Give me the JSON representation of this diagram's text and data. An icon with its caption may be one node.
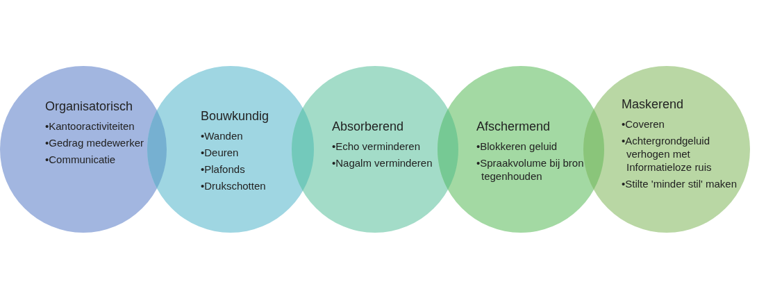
{
  "diagram": {
    "nodes": [
      {
        "text": [
          "Organisatorisch",
          "•Kantooractiviteiten",
          "•Gedrag medewerker",
          "•Communicatie"
        ]
      },
      {
        "text": [
          "Bouwkundig",
          "•Wanden",
          "•Deuren",
          "•Plafonds",
          "•Drukschotten"
        ]
      },
      {
        "text": [
          "Absorberend",
          "•Echo verminderen",
          "•Nagalm verminderen"
        ]
      },
      {
        "text": [
          "Afschermend",
          "•Blokkeren geluid",
          "•Spraakvolume bij bron tegenhouden"
        ]
      },
      {
        "text": [
          "Maskerend",
          "•Coveren",
          "•Achtergrondgeluid verhogen met Informatieloze ruis",
          "•Stilte 'minder stil' maken"
        ]
      }
    ]
  }
}
